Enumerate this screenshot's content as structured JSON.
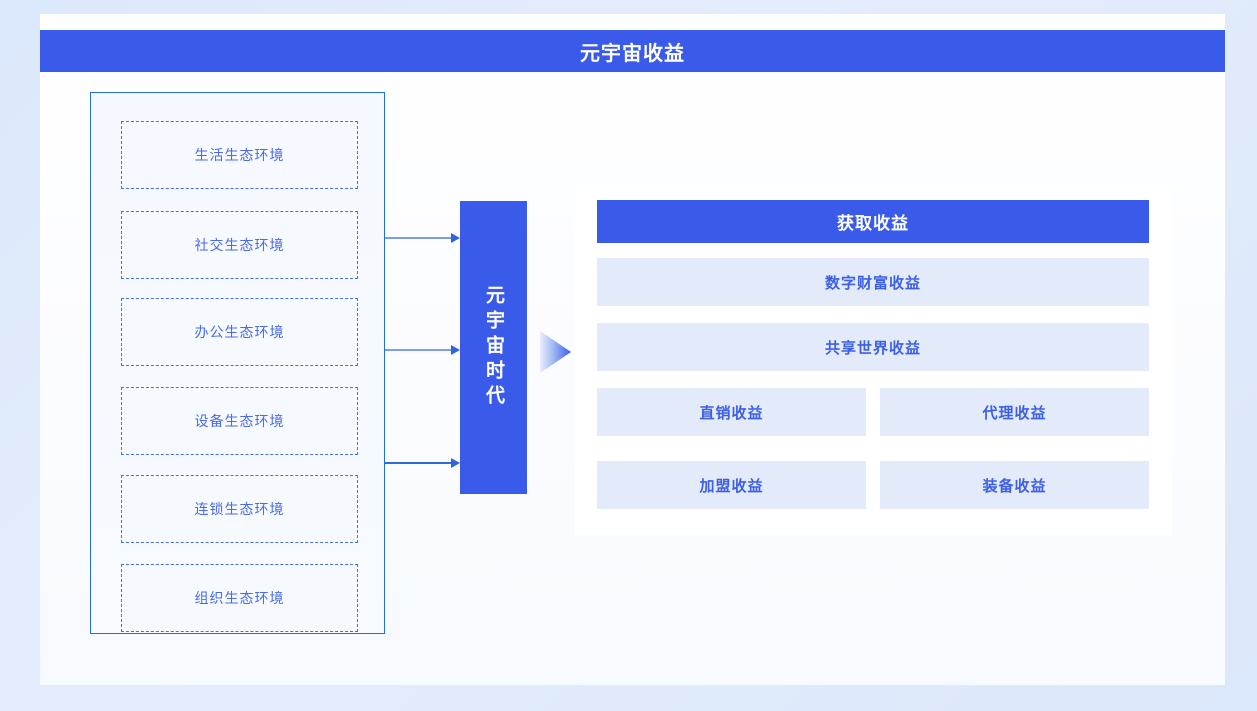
{
  "header": {
    "title": "元宇宙收益",
    "bar_color": "#3a5bea",
    "text_color": "#ffffff"
  },
  "ecosystem": {
    "container_border_color": "#1f6fdc",
    "box_border_color": "#4b6ee8",
    "text_color": "#4a6ae8",
    "items": [
      {
        "label": "生活生态环境"
      },
      {
        "label": "社交生态环境"
      },
      {
        "label": "办公生态环境"
      },
      {
        "label": "设备生态环境"
      },
      {
        "label": "连锁生态环境"
      },
      {
        "label": "组织生态环境"
      }
    ]
  },
  "era": {
    "label": "元宇宙时代",
    "block_color": "#3a5bea",
    "text_color": "#ffffff"
  },
  "connectors": {
    "arrow_color": "#2f63e0",
    "line_color": "#7e9bf2",
    "count": 3
  },
  "revenue": {
    "panel_bg": "#ffffff",
    "header": {
      "label": "获取收益",
      "bg": "#3a5bea",
      "text_color": "#ffffff"
    },
    "row_bg": "#e3ebfa",
    "row_text_color": "#3d5fe6",
    "wide_rows": [
      {
        "label": "数字财富收益"
      },
      {
        "label": "共享世界收益"
      }
    ],
    "grid_rows": [
      {
        "left": "直销收益",
        "right": "代理收益"
      },
      {
        "left": "加盟收益",
        "right": "装备收益"
      }
    ]
  }
}
